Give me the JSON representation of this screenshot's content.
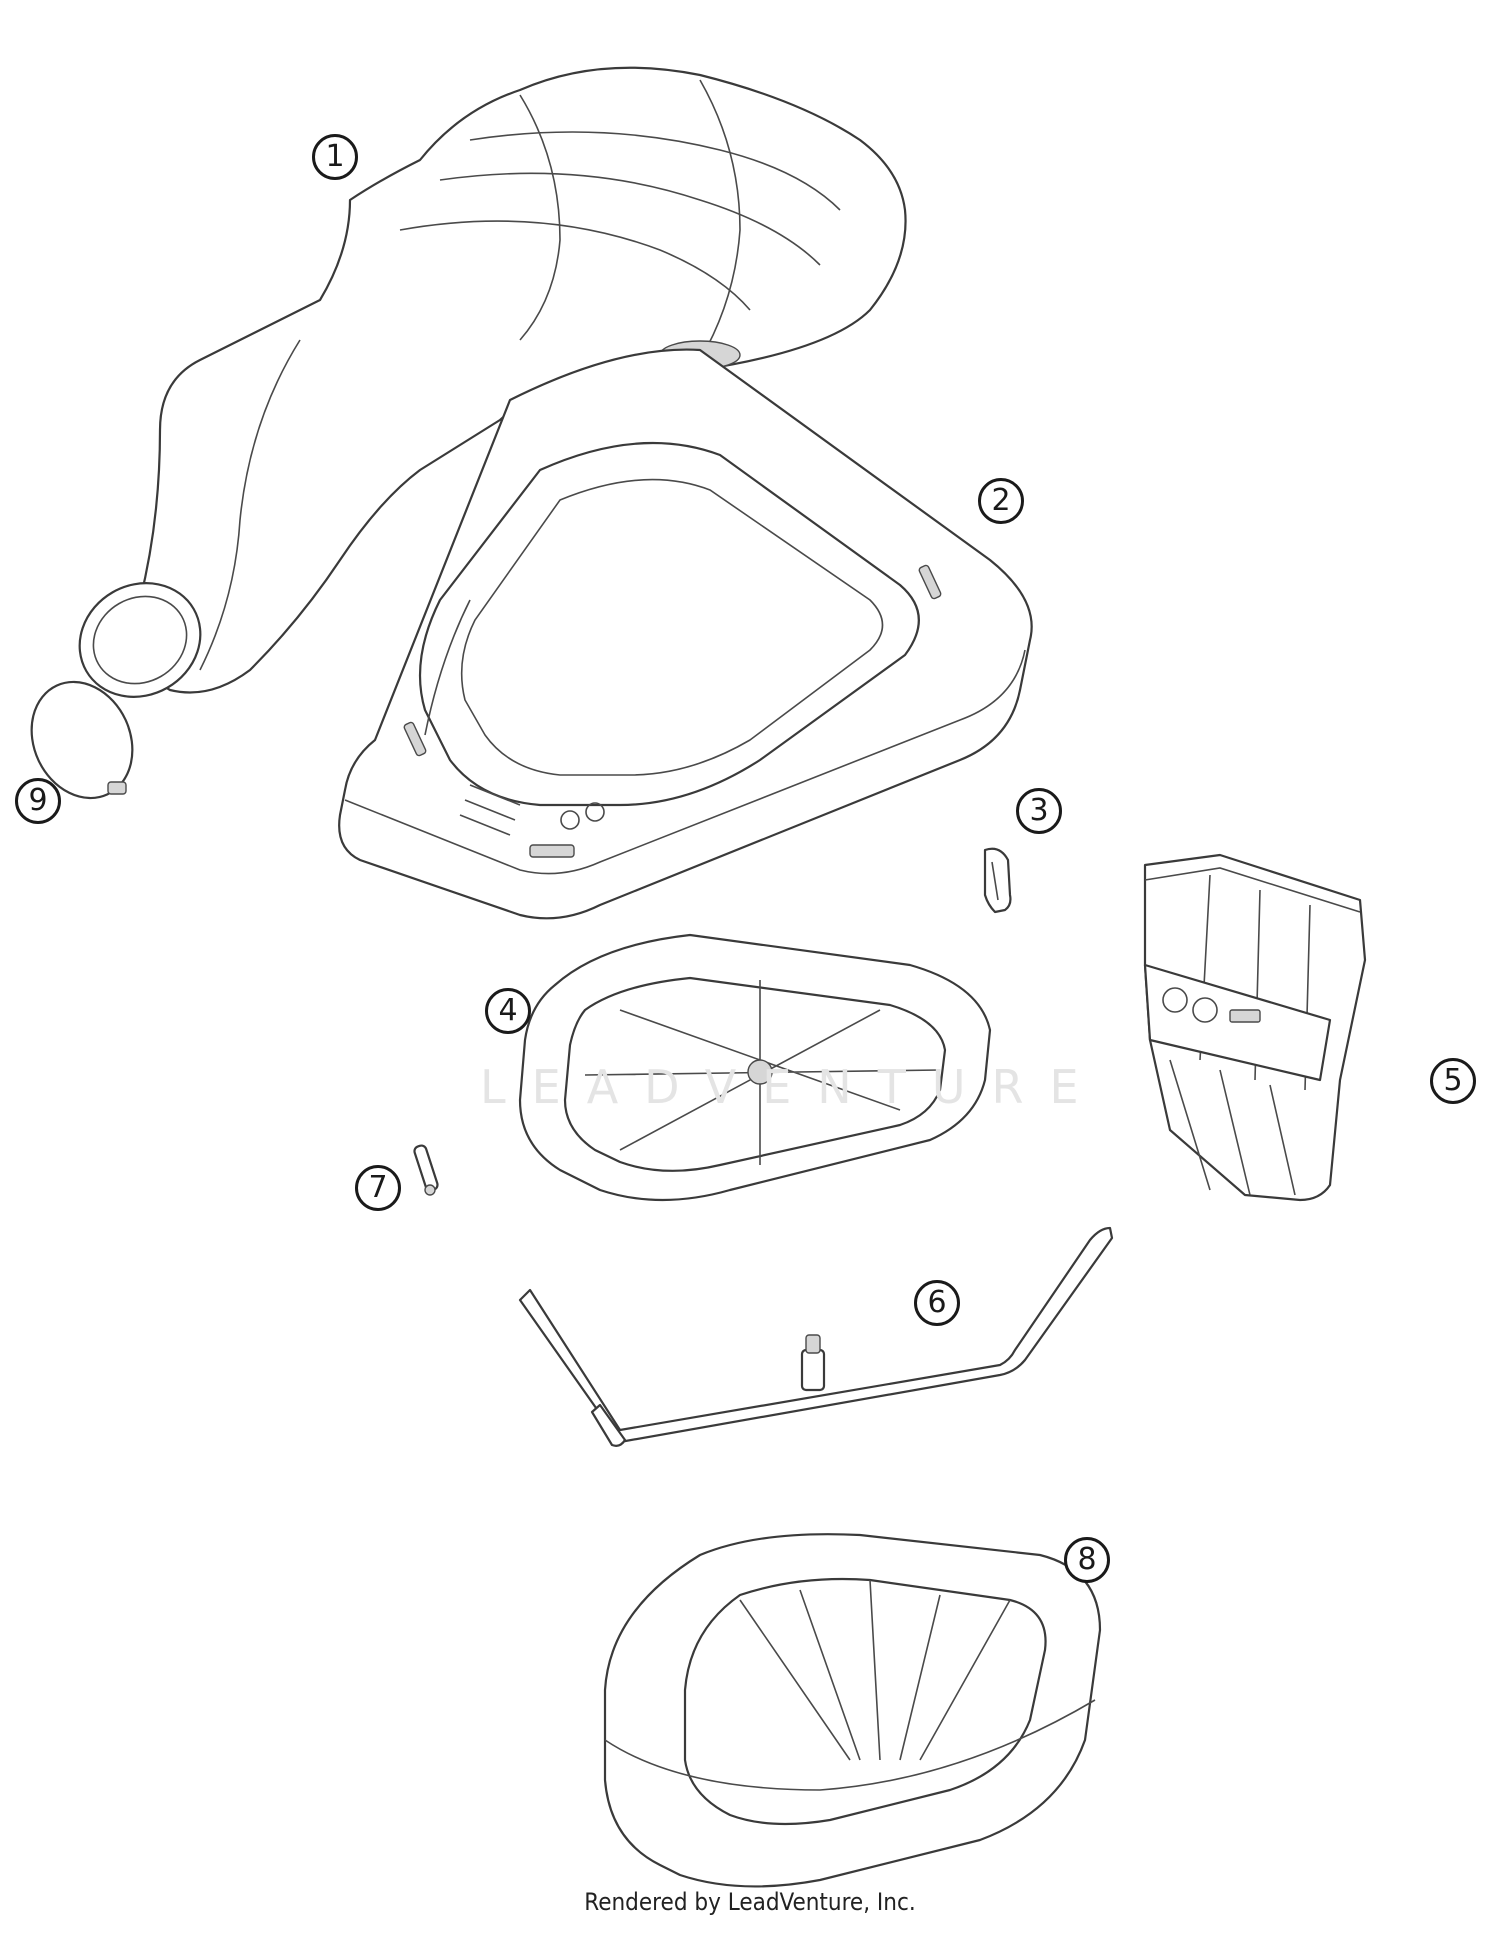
{
  "callouts": [
    "1",
    "2",
    "3",
    "4",
    "5",
    "6",
    "7",
    "8",
    "9"
  ],
  "watermark": "LEADVENTURE",
  "footer": "Rendered by LeadVenture, Inc.",
  "colors": {
    "line": "#3a3a3a",
    "shade": "#d6d6d6",
    "background": "#ffffff"
  }
}
